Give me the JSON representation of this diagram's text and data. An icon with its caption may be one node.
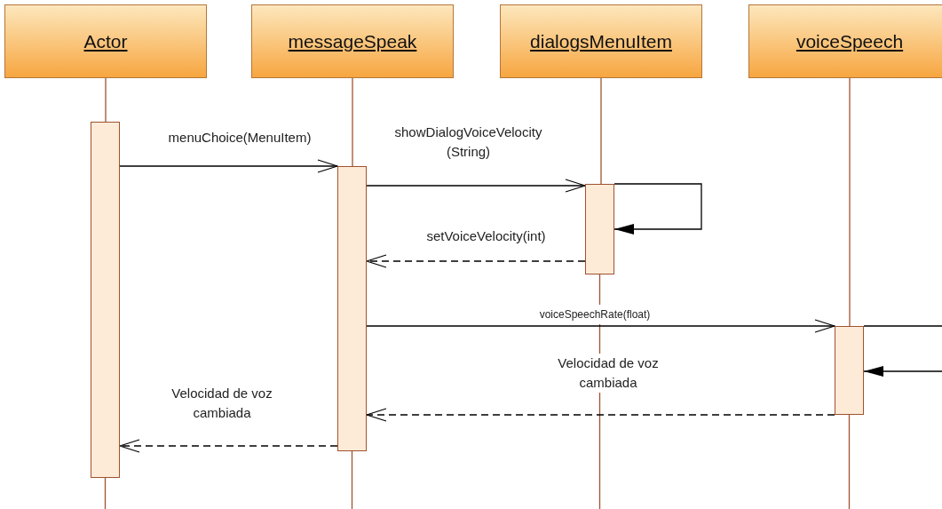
{
  "diagram": {
    "nodes": [
      {
        "text": [
          "Actor"
        ]
      },
      {
        "text": [
          "messageSpeak"
        ]
      },
      {
        "text": [
          "dialogsMenuItem"
        ]
      },
      {
        "text": [
          "voiceSpeech"
        ]
      },
      {
        "text": [],
        "shape": "bar"
      },
      {
        "text": [],
        "shape": "bar"
      },
      {
        "text": [],
        "shape": "bar"
      },
      {
        "text": [],
        "shape": "bar"
      }
    ],
    "edges": [
      {
        "from": 0,
        "to": 4,
        "arrow": "none",
        "color": "#a0522d"
      },
      {
        "from": 1,
        "to": 5,
        "arrow": "none",
        "color": "#a0522d"
      },
      {
        "from": 2,
        "to": 6,
        "arrow": "none",
        "color": "#a0522d"
      },
      {
        "from": 3,
        "to": 7,
        "arrow": "none",
        "color": "#a0522d"
      },
      {
        "from": 4,
        "to": 5,
        "arrow": "to",
        "label": "menuChoice(MenuItem)"
      },
      {
        "from": 5,
        "to": 6,
        "arrow": "to",
        "label": "showDialogVoiceVelocity(String)"
      },
      {
        "from": 6,
        "to": 6,
        "arrow": "to"
      },
      {
        "from": 6,
        "to": 5,
        "arrow": "to",
        "style": "dashed",
        "label": "setVoiceVelocity(int)"
      },
      {
        "from": 5,
        "to": 7,
        "arrow": "to",
        "label": "voiceSpeechRate(float)"
      },
      {
        "from": 7,
        "to": 7,
        "arrow": "to"
      },
      {
        "from": 7,
        "to": 5,
        "arrow": "to",
        "style": "dashed",
        "label": "Velocidad de voz cambiada"
      },
      {
        "from": 5,
        "to": 4,
        "arrow": "to",
        "style": "dashed",
        "label": "Velocidad de voz cambiada"
      }
    ]
  }
}
